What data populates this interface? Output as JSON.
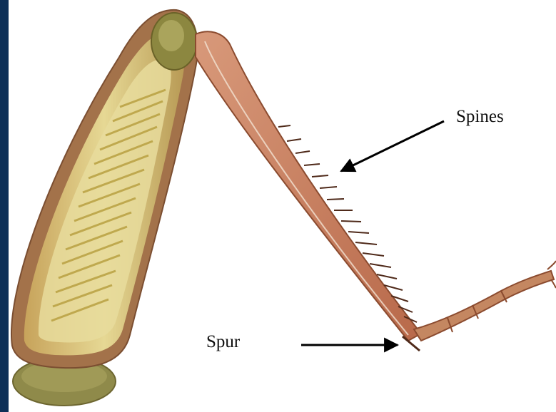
{
  "labels": {
    "spines": "Spines",
    "spur": "Spur"
  },
  "colors": {
    "slide_border": "#0d2f57",
    "background": "#ffffff",
    "femur_outline": "#a3724a",
    "femur_fill": "#d9c877",
    "muscle_stripes": "#b69d3c",
    "tibia": "#c9835c",
    "tarsus": "#c48761",
    "coxa": "#8f8a4a",
    "arrow": "#000000"
  },
  "icons": {
    "femur": "femur-illustration",
    "tibia": "tibia-illustration",
    "spines_arrow": "arrow-icon",
    "spur_arrow": "arrow-icon"
  }
}
